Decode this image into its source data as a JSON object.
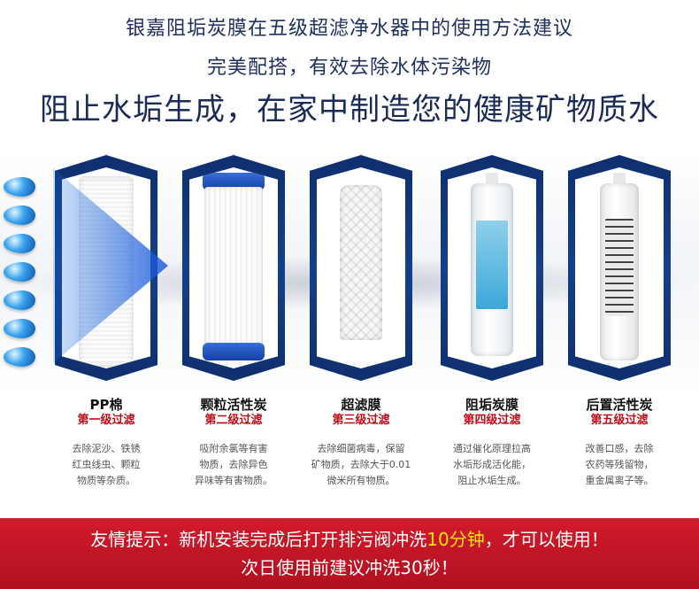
{
  "header": {
    "line1": "银嘉阻垢炭膜在五级超滤净水器中的使用方法建议",
    "line2": "完美配搭，有效去除水体污染物",
    "line3": "阻止水垢生成，在家中制造您的健康矿物质水"
  },
  "colors": {
    "title_navy": "#1d2f5c",
    "panel_blue": "#153f8c",
    "stage_red": "#c30a16",
    "footer_red": "#d21b2c",
    "footer_highlight": "#ffe400"
  },
  "stages": [
    {
      "name": "PP棉",
      "level": "第一级过滤",
      "desc": "去除泥沙、铁锈\n红虫线虫、颗粒\n物质等杂质。"
    },
    {
      "name": "颗粒活性炭",
      "level": "第二级过滤",
      "desc": "吸附余氯等有害\n物质，去除异色\n异味等有害物质。"
    },
    {
      "name": "超滤膜",
      "level": "第三级过滤",
      "desc": "去除细菌病毒，保留\n矿物质，去除大于0.01\n微米所有物质。"
    },
    {
      "name": "阻垢炭膜",
      "level": "第四级过滤",
      "desc": "通过催化原理拉高\n水垢形成活化能，\n阻止水垢生成。"
    },
    {
      "name": "后置活性炭",
      "level": "第五级过滤",
      "desc": "改善口感，去除\n农药等残留物，\n重金属离子等。"
    }
  ],
  "footer": {
    "line1_prefix": "友情提示：新机安装完成后打开排污阀冲洗",
    "line1_highlight": "10分钟",
    "line1_suffix": "，才可以使用！",
    "line2": "次日使用前建议冲洗30秒！"
  }
}
